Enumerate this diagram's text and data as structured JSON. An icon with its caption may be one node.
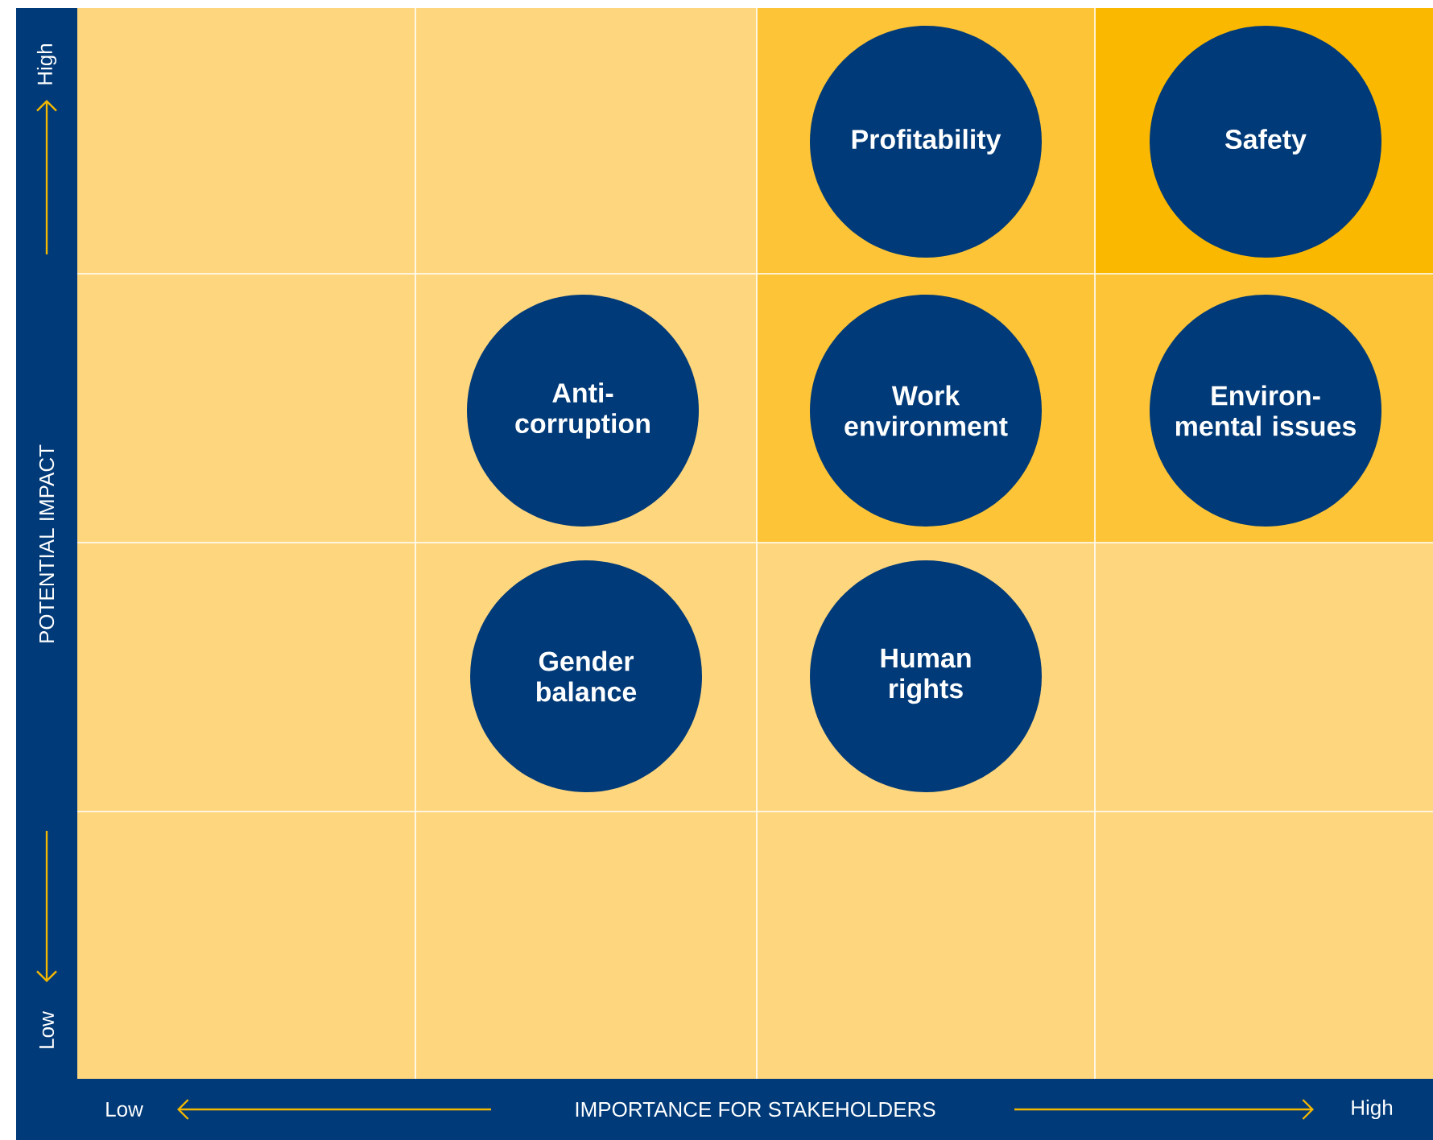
{
  "diagram": {
    "nodes": [
      {
        "text": [
          "Profitability"
        ]
      },
      {
        "text": [
          "Safety"
        ]
      },
      {
        "text": [
          "Anti- corruption"
        ]
      },
      {
        "text": [
          "Work environment"
        ]
      },
      {
        "text": [
          "Environ- mental issues"
        ]
      },
      {
        "text": [
          "Gender balance"
        ]
      },
      {
        "text": [
          "Human rights"
        ]
      }
    ],
    "labels": [
      "High",
      "POTENTIAL IMPACT",
      "Low",
      "Low",
      "IMPORTANCE FOR STAKEHOLDERS",
      "High"
    ]
  }
}
